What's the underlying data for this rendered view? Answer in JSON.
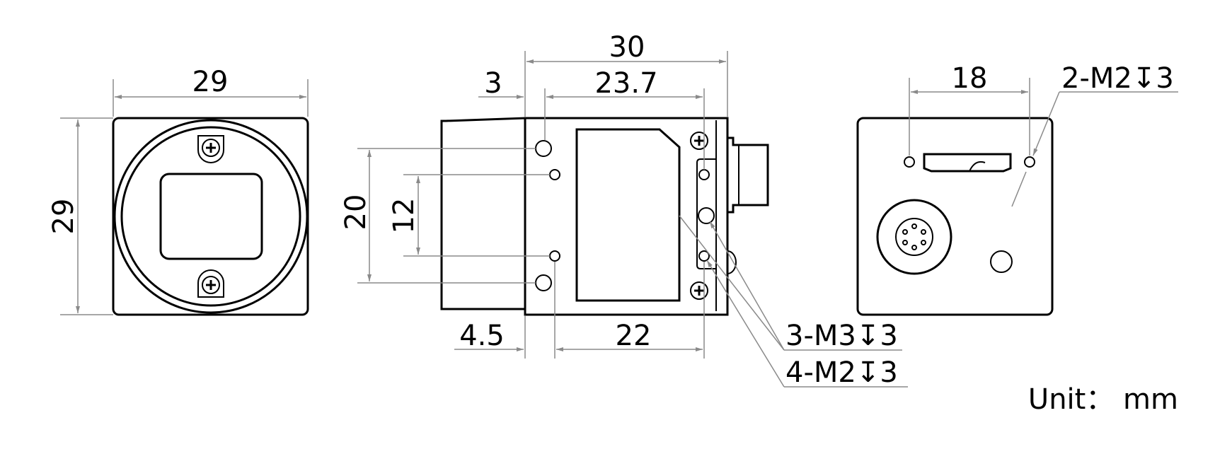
{
  "front_view": {
    "width_label": "29",
    "height_label": "29"
  },
  "side_view": {
    "overall_length_label": "30",
    "flange_label": "3",
    "body_hole_span_label": "23.7",
    "hole_vertical_outer_label": "20",
    "hole_vertical_inner_label": "12",
    "bottom_offset_label": "4.5",
    "bottom_span_label": "22",
    "callout_m3": "3-M3↧3",
    "callout_m2": "4-M2↧3"
  },
  "rear_view": {
    "hole_span_label": "18",
    "callout_m2": "2-M2↧3"
  },
  "unit_label": "Unit： mm"
}
